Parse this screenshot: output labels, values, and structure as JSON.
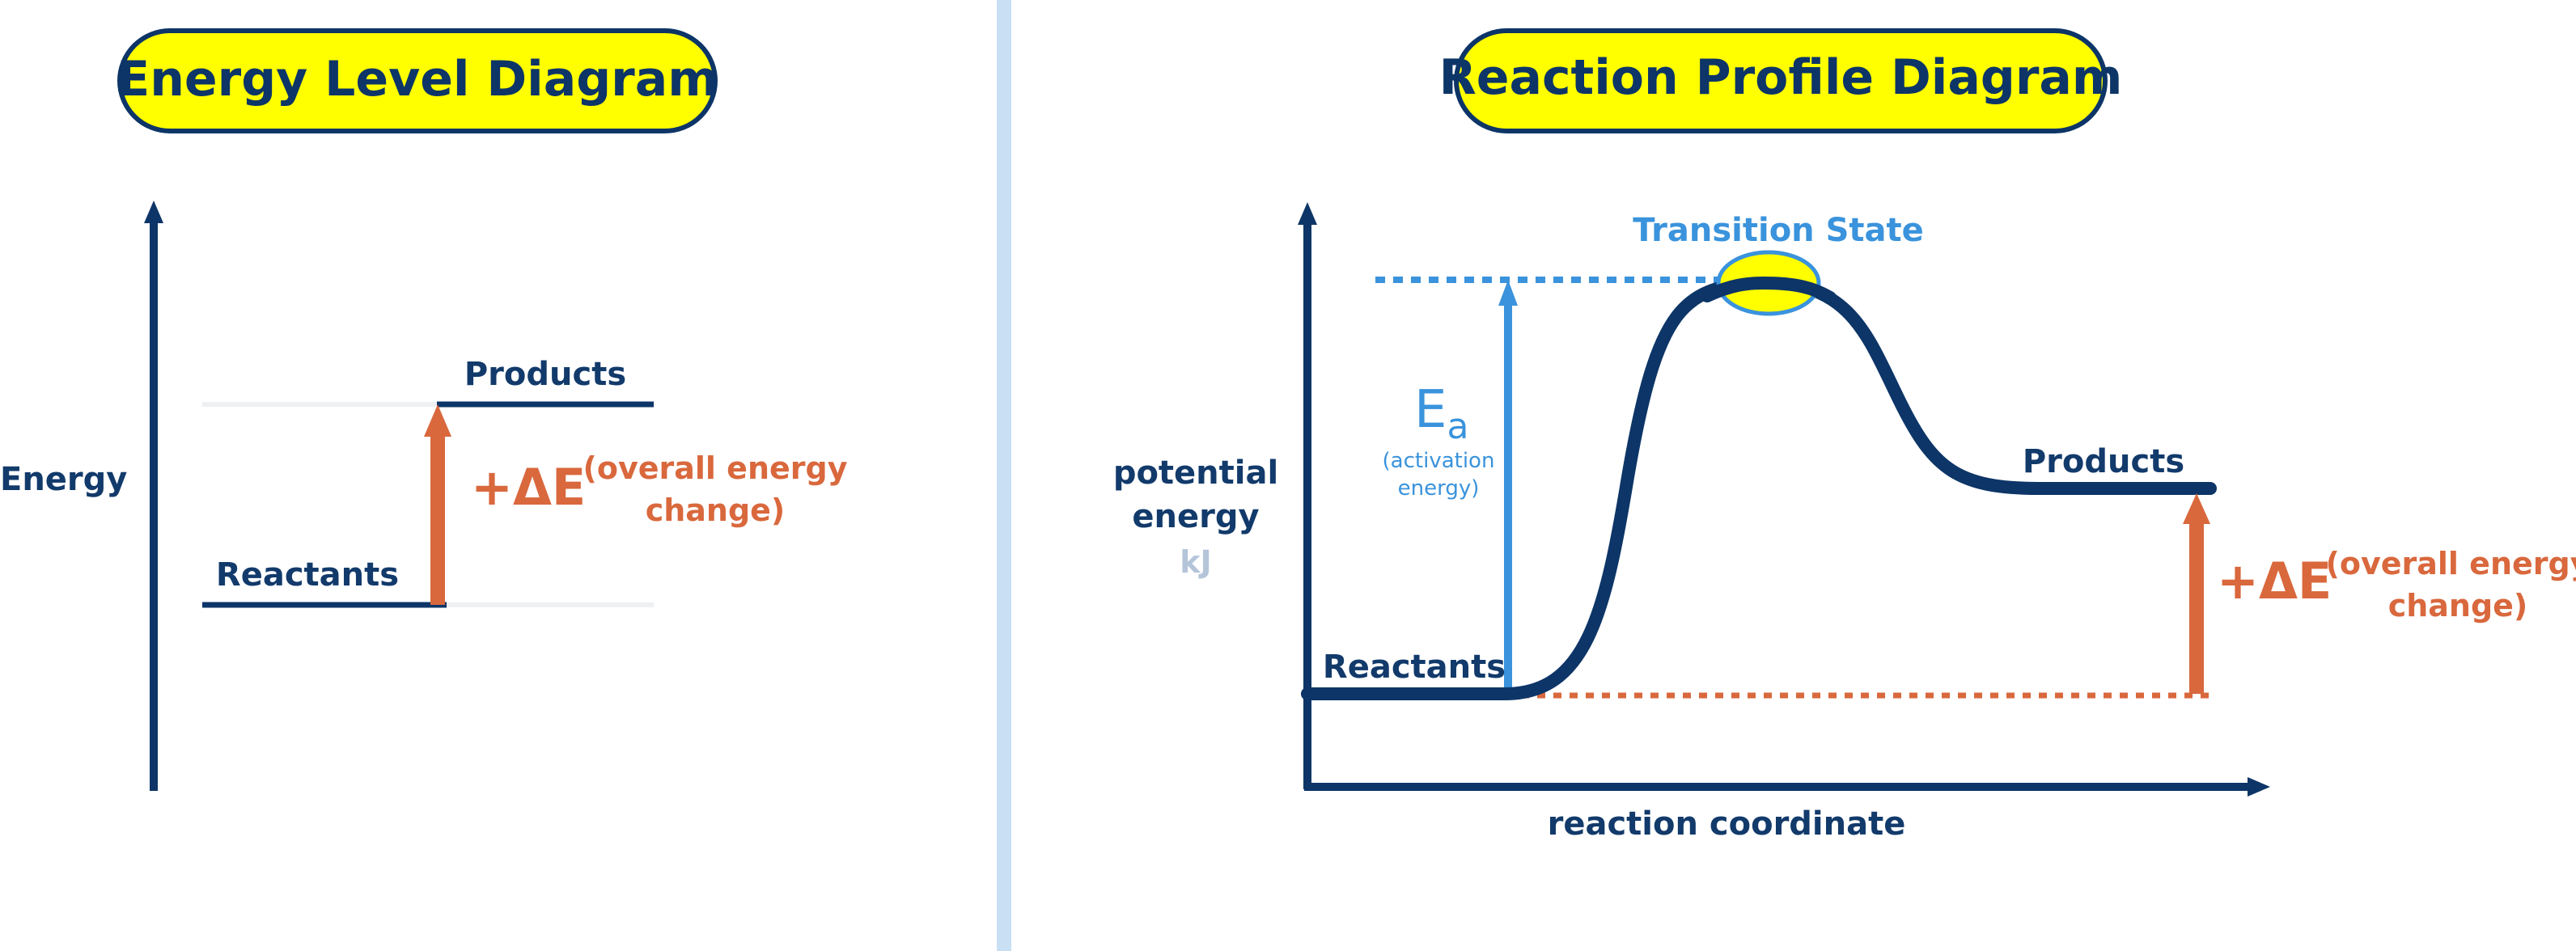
{
  "colors": {
    "navy": "#0d3567",
    "orange": "#d9683d",
    "blue": "#3a93dc",
    "title_fill": "#ffff00",
    "divider": "#c8dff4",
    "guide_line": "#eef0f2",
    "unit_grey": "#b5c5d9"
  },
  "left_panel": {
    "title": "Energy Level Diagram",
    "y_axis_label": "Energy",
    "products_label": "Products",
    "reactants_label": "Reactants",
    "delta_label": "+ΔE",
    "overall_line1": "(overall energy",
    "overall_line2": "change)"
  },
  "right_panel": {
    "title": "Reaction Profile Diagram",
    "y_axis_line1": "potential",
    "y_axis_line2": "energy",
    "y_axis_unit": "kJ",
    "x_axis_label": "reaction coordinate",
    "transition_state_label": "Transition State",
    "ea_symbol": "E",
    "ea_subscript": "a",
    "ea_note_line1": "(activation",
    "ea_note_line2": "energy)",
    "reactants_label": "Reactants",
    "products_label": "Products",
    "delta_label": "+ΔE",
    "overall_line1": "(overall energy",
    "overall_line2": "change)"
  }
}
